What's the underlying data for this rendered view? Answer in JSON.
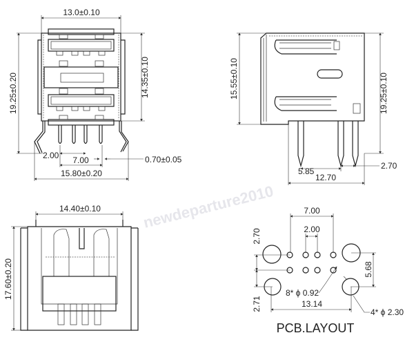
{
  "watermark": "newdeparture2010",
  "views": {
    "front": {
      "width": "13.0±0.10",
      "total_height": "19.25±0.20",
      "body_height": "14.35±0.10",
      "pin_pitch": "2.00",
      "pin_span": "7.00",
      "pin_width": "0.70±0.05",
      "total_width": "15.80±0.20"
    },
    "side": {
      "body_height": "15.55±0.10",
      "total_height": "19.25±0.10",
      "pin_a": "5.85",
      "pin_b": "2.70",
      "length": "12.70"
    },
    "bottom": {
      "width": "14.40±0.10",
      "height": "17.60±0.20"
    },
    "pcb": {
      "title": "PCB.LAYOUT",
      "pin_span": "7.00",
      "pin_pitch": "2.00",
      "row_offset": "2.70",
      "mount_vertical": "5.68",
      "mount_offset": "2.71",
      "mount_span": "13.14",
      "signal_holes": "8* ϕ 0.92",
      "mount_holes": "4* ϕ 2.30"
    }
  }
}
